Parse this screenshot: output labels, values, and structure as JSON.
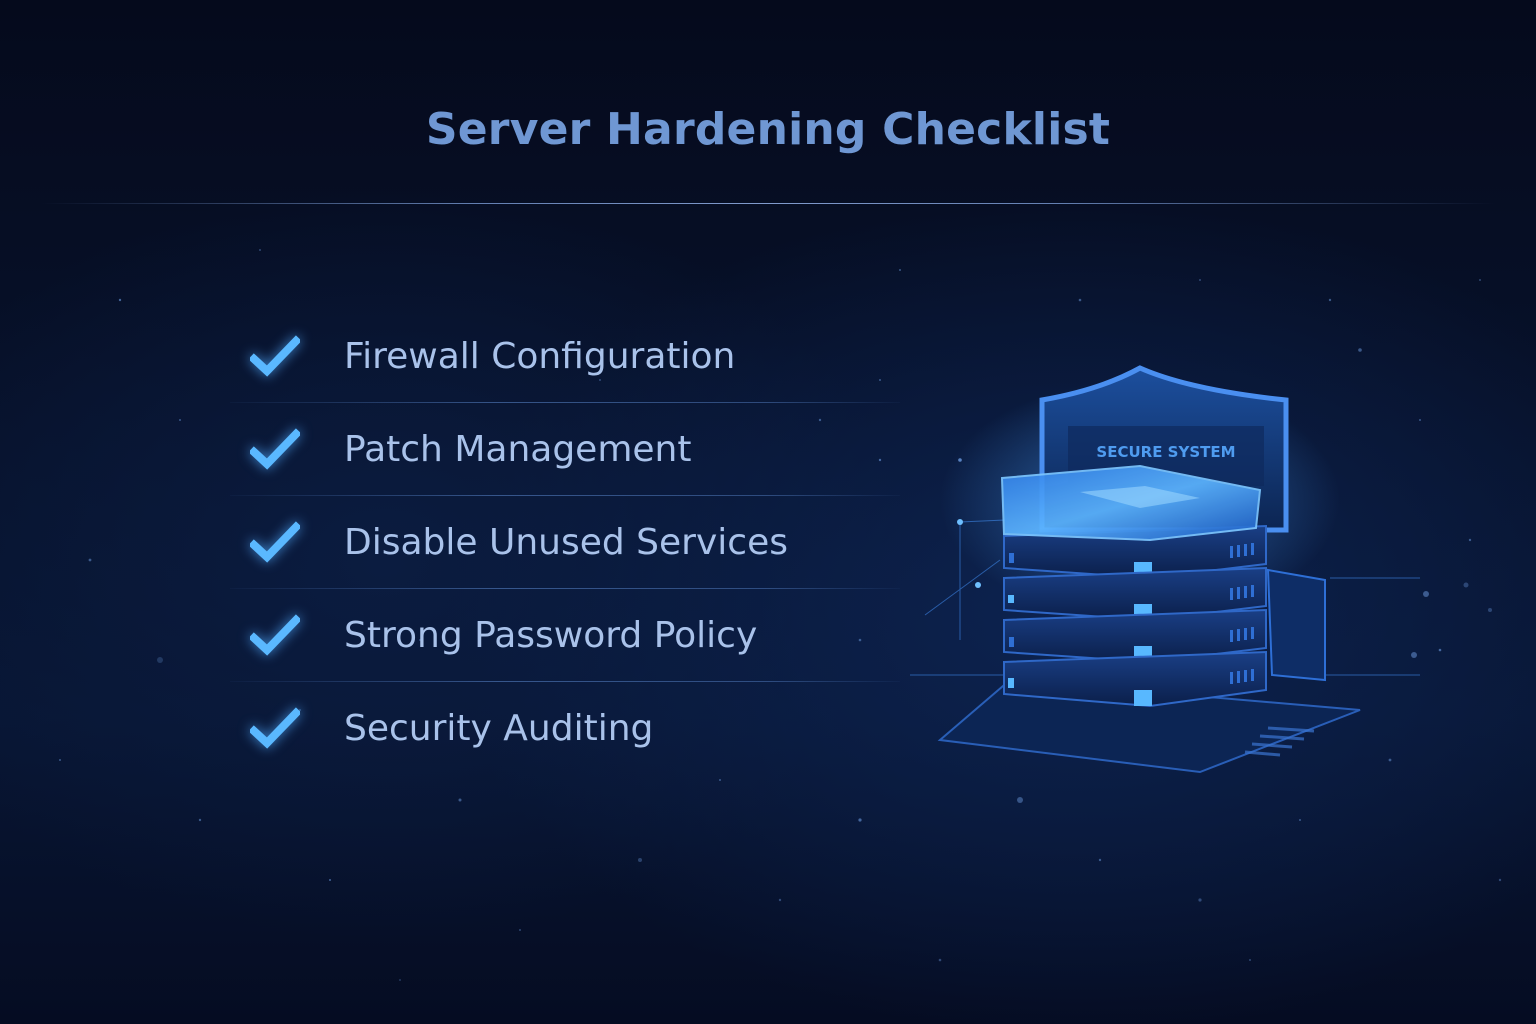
{
  "header": {
    "title": "Server Hardening Checklist"
  },
  "checklist": {
    "items": [
      {
        "label": "Firewall Configuration",
        "checked": true,
        "icon": "check-icon"
      },
      {
        "label": "Patch Management",
        "checked": true,
        "icon": "check-icon"
      },
      {
        "label": "Disable Unused Services",
        "checked": true,
        "icon": "check-icon"
      },
      {
        "label": "Strong Password Policy",
        "checked": true,
        "icon": "check-icon"
      },
      {
        "label": "Security Auditing",
        "checked": true,
        "icon": "check-icon"
      }
    ]
  },
  "illustration": {
    "shield_label": "SECURE SYSTEM",
    "icon": "server-stack-shield-icon",
    "server_units": 4
  },
  "colors": {
    "background": "#060e26",
    "title": "#6f97d3",
    "item_text": "#a9c2ea",
    "check": "#5ab8ff",
    "accent_glow": "#3b8cff"
  }
}
